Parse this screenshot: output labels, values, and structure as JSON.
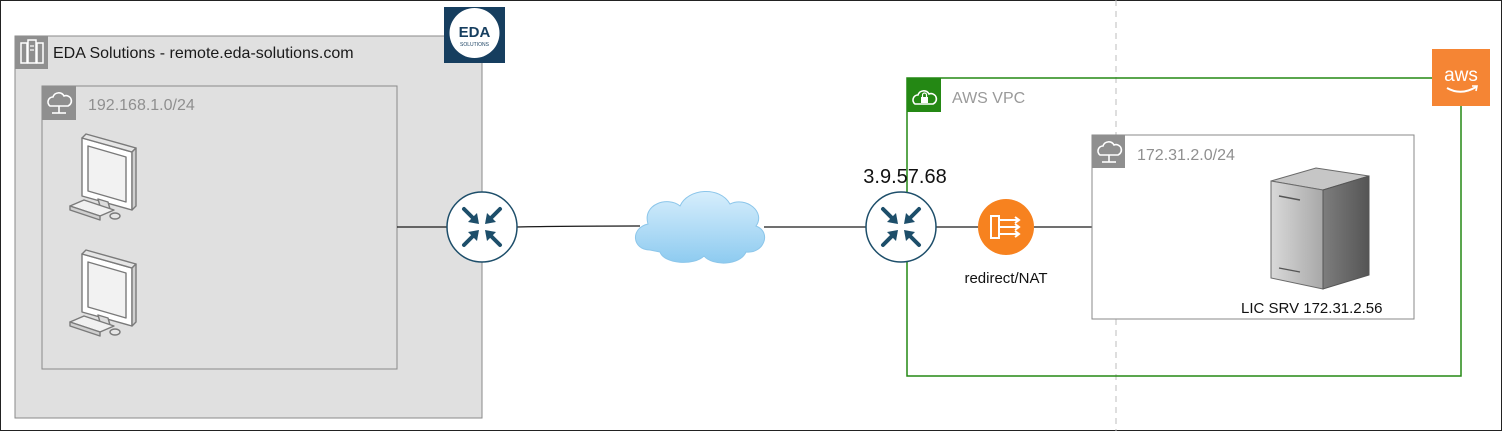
{
  "onprem": {
    "title": "EDA Solutions - remote.eda-solutions.com",
    "logo_text": "EDA",
    "logo_subtext": "SOLUTIONS",
    "subnet": "192.168.1.0/24"
  },
  "aws": {
    "logo_text": "aws",
    "vpc_label": "AWS VPC",
    "public_ip": "3.9.57.68",
    "nat_label": "redirect/NAT",
    "subnet": "172.31.2.0/24",
    "server_label": "LIC SRV 172.31.2.56"
  },
  "colors": {
    "onprem_fill": "#e0e0e0",
    "subnet_gray": "#8f8f8f",
    "router_blue": "#1d4e6a",
    "vpc_green": "#248814",
    "aws_orange": "#f58534",
    "nat_orange": "#f7821f",
    "cloud_blue": "#9ad1f3"
  },
  "icons": [
    "server-rack-icon",
    "cloud-subnet-icon",
    "desktop-computer-icon",
    "router-icon",
    "cloud-icon",
    "lock-cloud-icon",
    "nat-gateway-icon",
    "server-tower-icon",
    "aws-logo-icon",
    "eda-logo-icon"
  ]
}
